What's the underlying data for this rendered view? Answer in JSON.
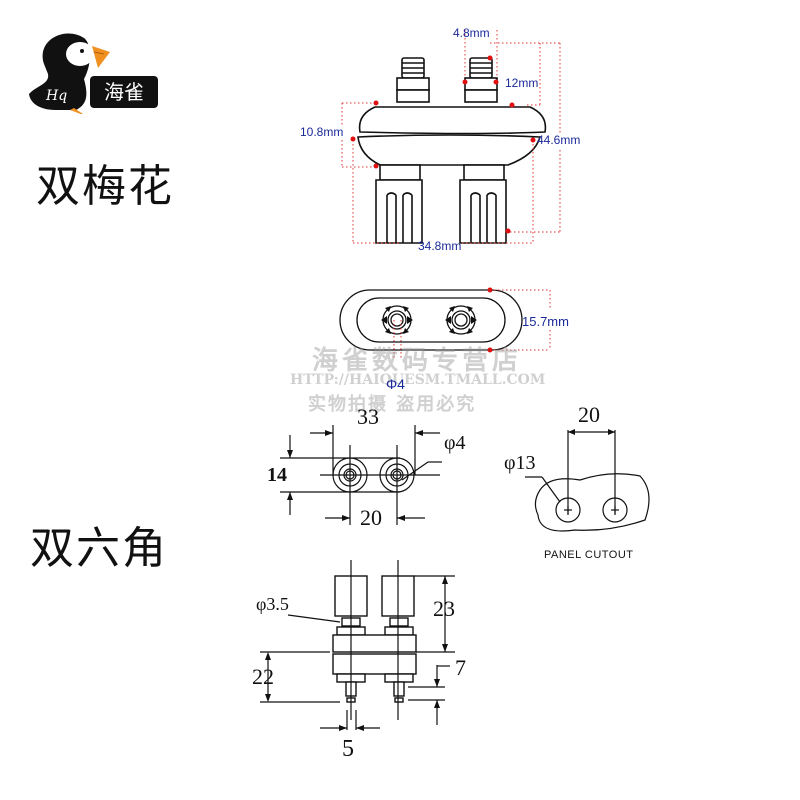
{
  "brand": {
    "logo_initials": "Hq",
    "name": "海雀"
  },
  "sections": [
    {
      "title": "双梅花"
    },
    {
      "title": "双六角"
    }
  ],
  "top_diagram": {
    "pin_diameter": "4.8mm",
    "pin_height": "12mm",
    "body_thickness": "10.8mm",
    "total_height": "44.6mm",
    "total_width": "34.8mm"
  },
  "top_view": {
    "body_height": "15.7mm",
    "hole_diameter": "Φ4"
  },
  "watermark": {
    "line1": "海雀数码专营店",
    "line2": "HTTP://HAIQUESM.TMALL.COM",
    "line3": "实物拍摄 盗用必究"
  },
  "front_dims": {
    "outer_width": "33",
    "spacing": "20",
    "height": "14",
    "hole": "φ4"
  },
  "panel_cutout": {
    "spacing": "20",
    "hole": "φ13",
    "label": "PANEL CUTOUT"
  },
  "side_dims": {
    "pin": "φ3.5",
    "top_height": "23",
    "bottom_height": "22",
    "thread": "7",
    "pin_width": "5"
  },
  "colors": {
    "dimension_blue": "#1a2a9a",
    "marker_red": "#e01010",
    "line_black": "#111111"
  }
}
